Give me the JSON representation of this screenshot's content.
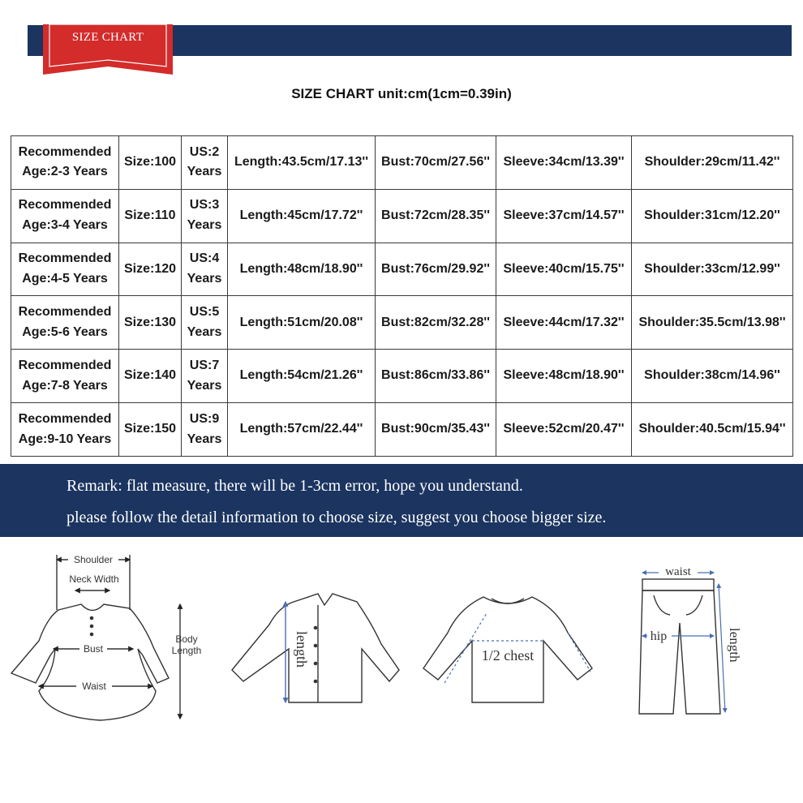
{
  "header": {
    "tag_label": "SIZE CHART",
    "tag_color": "#d42b2b",
    "bar_color": "#1b3460"
  },
  "chart_title": "SIZE CHART unit:cm(1cm=0.39in)",
  "rows": [
    {
      "age_line1": "Recommended",
      "age_line2": "Age:2-3 Years",
      "size": "Size:100",
      "us_line1": "US:2",
      "us_line2": "Years",
      "length": "Length:43.5cm/17.13''",
      "bust": "Bust:70cm/27.56''",
      "sleeve": "Sleeve:34cm/13.39''",
      "shoulder": "Shoulder:29cm/11.42''"
    },
    {
      "age_line1": "Recommended",
      "age_line2": "Age:3-4 Years",
      "size": "Size:110",
      "us_line1": "US:3",
      "us_line2": "Years",
      "length": "Length:45cm/17.72''",
      "bust": "Bust:72cm/28.35''",
      "sleeve": "Sleeve:37cm/14.57''",
      "shoulder": "Shoulder:31cm/12.20''"
    },
    {
      "age_line1": "Recommended",
      "age_line2": "Age:4-5 Years",
      "size": "Size:120",
      "us_line1": "US:4",
      "us_line2": "Years",
      "length": "Length:48cm/18.90''",
      "bust": "Bust:76cm/29.92''",
      "sleeve": "Sleeve:40cm/15.75''",
      "shoulder": "Shoulder:33cm/12.99''"
    },
    {
      "age_line1": "Recommended",
      "age_line2": "Age:5-6 Years",
      "size": "Size:130",
      "us_line1": "US:5",
      "us_line2": "Years",
      "length": "Length:51cm/20.08''",
      "bust": "Bust:82cm/32.28''",
      "sleeve": "Sleeve:44cm/17.32''",
      "shoulder": "Shoulder:35.5cm/13.98''"
    },
    {
      "age_line1": "Recommended",
      "age_line2": "Age:7-8 Years",
      "size": "Size:140",
      "us_line1": "US:7",
      "us_line2": "Years",
      "length": "Length:54cm/21.26''",
      "bust": "Bust:86cm/33.86''",
      "sleeve": "Sleeve:48cm/18.90''",
      "shoulder": "Shoulder:38cm/14.96''"
    },
    {
      "age_line1": "Recommended",
      "age_line2": "Age:9-10 Years",
      "size": "Size:150",
      "us_line1": "US:9",
      "us_line2": "Years",
      "length": "Length:57cm/22.44''",
      "bust": "Bust:90cm/35.43''",
      "sleeve": "Sleeve:52cm/20.47''",
      "shoulder": "Shoulder:40.5cm/15.94''"
    }
  ],
  "remark": {
    "line1": "Remark: flat measure, there will be 1-3cm error, hope you understand.",
    "line2": "please follow the detail information to choose size, suggest you choose bigger size."
  },
  "diagrams": {
    "dress": {
      "shoulder": "Shoulder",
      "neck": "Neck Width",
      "bust": "Bust",
      "waist": "Waist",
      "body_1": "Body",
      "body_2": "Length"
    },
    "shirt": {
      "length": "length"
    },
    "sweater": {
      "chest": "1/2 chest"
    },
    "pants": {
      "waist": "waist",
      "hip": "hip",
      "length": "length"
    }
  }
}
